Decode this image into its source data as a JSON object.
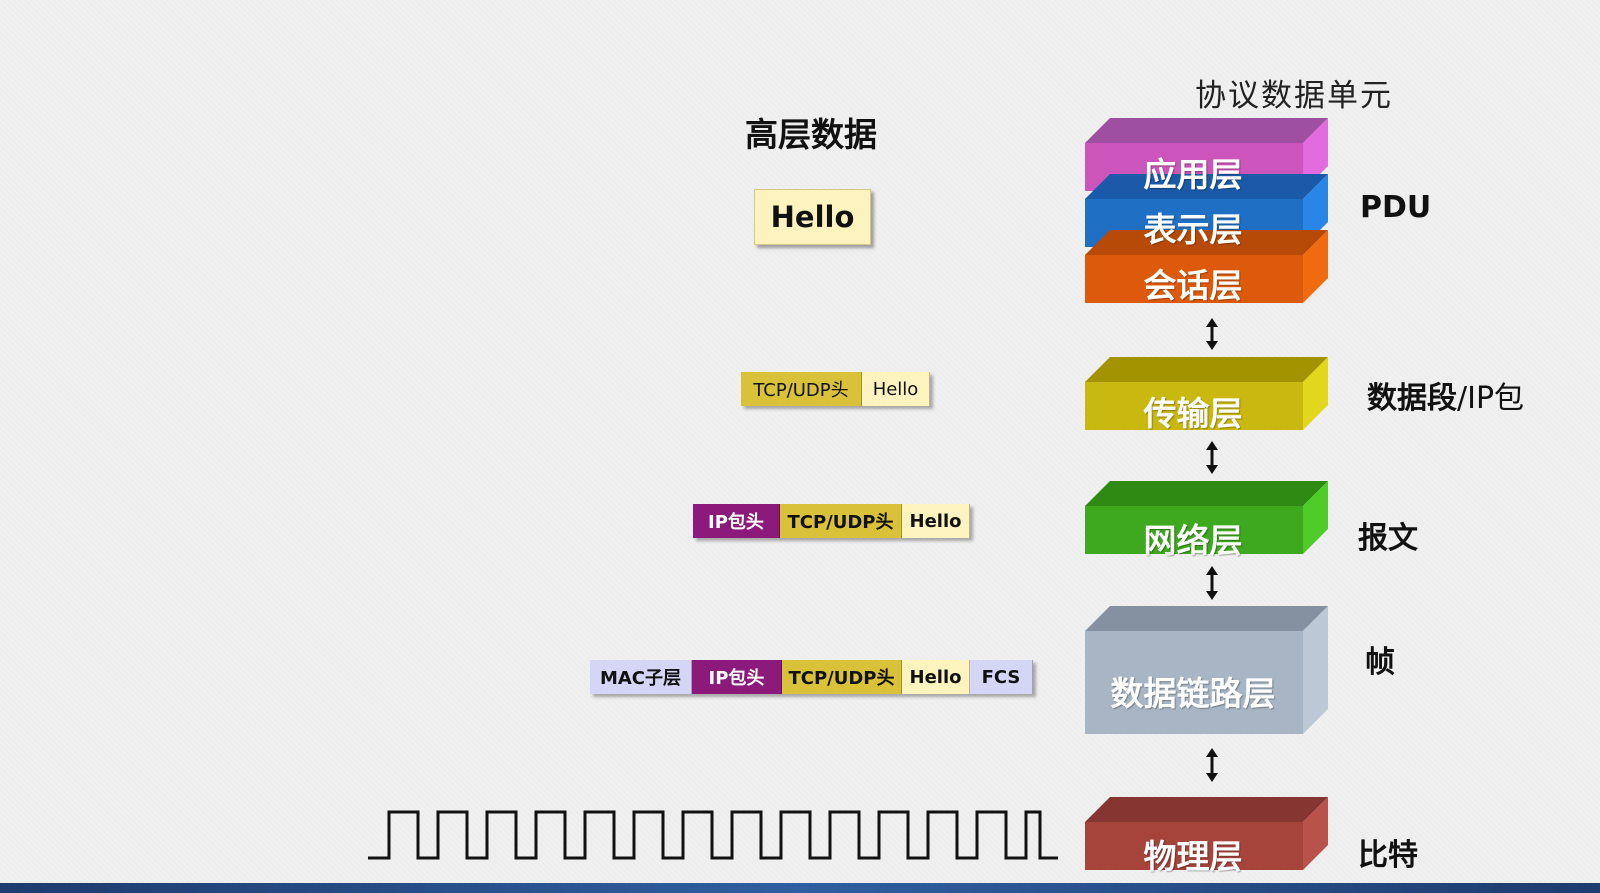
{
  "header": {
    "pdu_title": "协议数据单元",
    "data_title": "高层数据"
  },
  "hello_box": {
    "text": "Hello"
  },
  "layers": [
    {
      "id": "application",
      "label": "应用层",
      "front": "#cc55bb",
      "top": "#9e4fa0",
      "side": "#e36be0"
    },
    {
      "id": "presentation",
      "label": "表示层",
      "front": "#1f6fc4",
      "top": "#1a5aa8",
      "side": "#2a86e6"
    },
    {
      "id": "session",
      "label": "会话层",
      "front": "#dd5a0c",
      "top": "#b84a08",
      "side": "#f06b10"
    },
    {
      "id": "transport",
      "label": "传输层",
      "front": "#c9b80f",
      "top": "#a39300",
      "side": "#e3d71e"
    },
    {
      "id": "network",
      "label": "网络层",
      "front": "#3ea81f",
      "top": "#2f8a14",
      "side": "#50cc2a"
    },
    {
      "id": "datalink",
      "label": "数据链路层",
      "front": "#a8b5c4",
      "top": "#8591a0",
      "side": "#bcc8d6"
    },
    {
      "id": "physical",
      "label": "物理层",
      "front": "#a6443c",
      "top": "#863630",
      "side": "#b8524a"
    }
  ],
  "pdu_labels": {
    "pdu": "PDU",
    "segment_bold": "数据段",
    "segment_thin": "/IP包",
    "message": "报文",
    "frame": "帧",
    "bits": "比特"
  },
  "packets": {
    "transport": [
      "TCP/UDP头",
      "Hello"
    ],
    "network": [
      "IP包头",
      "TCP/UDP头",
      "Hello"
    ],
    "datalink": [
      "MAC子层",
      "IP包头",
      "TCP/UDP头",
      "Hello",
      "FCS"
    ]
  },
  "signal": {
    "pulses": 14
  }
}
